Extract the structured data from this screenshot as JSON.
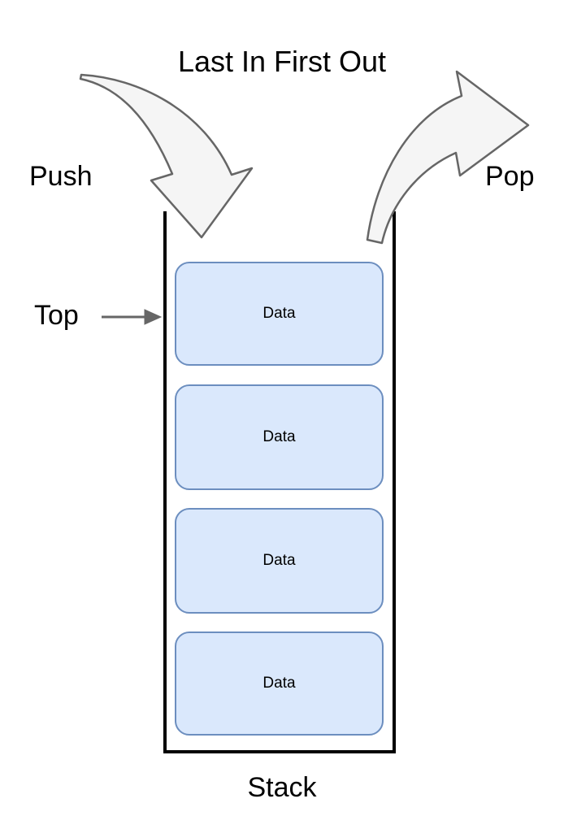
{
  "diagram": {
    "title": "Last In First Out",
    "bottom_label": "Stack",
    "labels": {
      "push": "Push",
      "pop": "Pop",
      "top": "Top"
    },
    "stack": {
      "items": [
        {
          "label": "Data"
        },
        {
          "label": "Data"
        },
        {
          "label": "Data"
        },
        {
          "label": "Data"
        }
      ]
    },
    "colors": {
      "box_fill": "#dae8fc",
      "box_stroke": "#6c8ebf",
      "arrow_fill": "#f5f5f5",
      "arrow_stroke": "#666666",
      "pointer_arrow": "#666666",
      "container_stroke": "#000000",
      "text": "#000000",
      "background": "#ffffff"
    },
    "icons": {
      "push_arrow": "curved-down-arrow-icon",
      "pop_arrow": "curved-right-arrow-icon",
      "top_pointer": "right-arrow-icon"
    }
  }
}
